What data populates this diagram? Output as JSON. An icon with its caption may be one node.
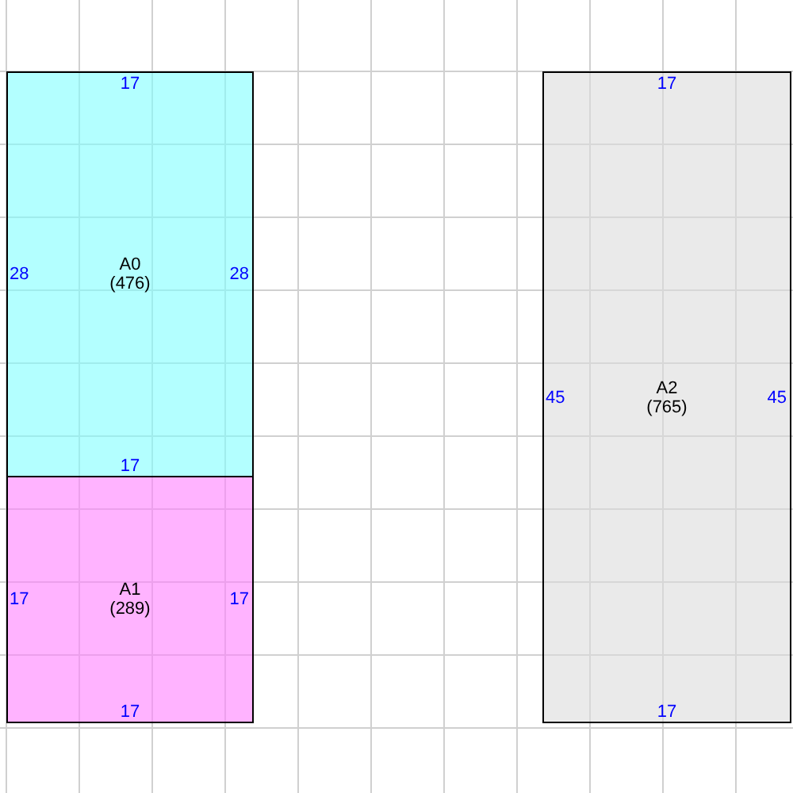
{
  "diagram": {
    "nodes": [
      {
        "text": [
          "17",
          "28",
          "A0",
          "(476)",
          "28",
          "17"
        ]
      },
      {
        "text": [
          "17",
          "A1",
          "(289)",
          "17",
          "17"
        ]
      },
      {
        "text": [
          "17",
          "45",
          "A2",
          "(765)",
          "45",
          "17"
        ]
      }
    ]
  }
}
